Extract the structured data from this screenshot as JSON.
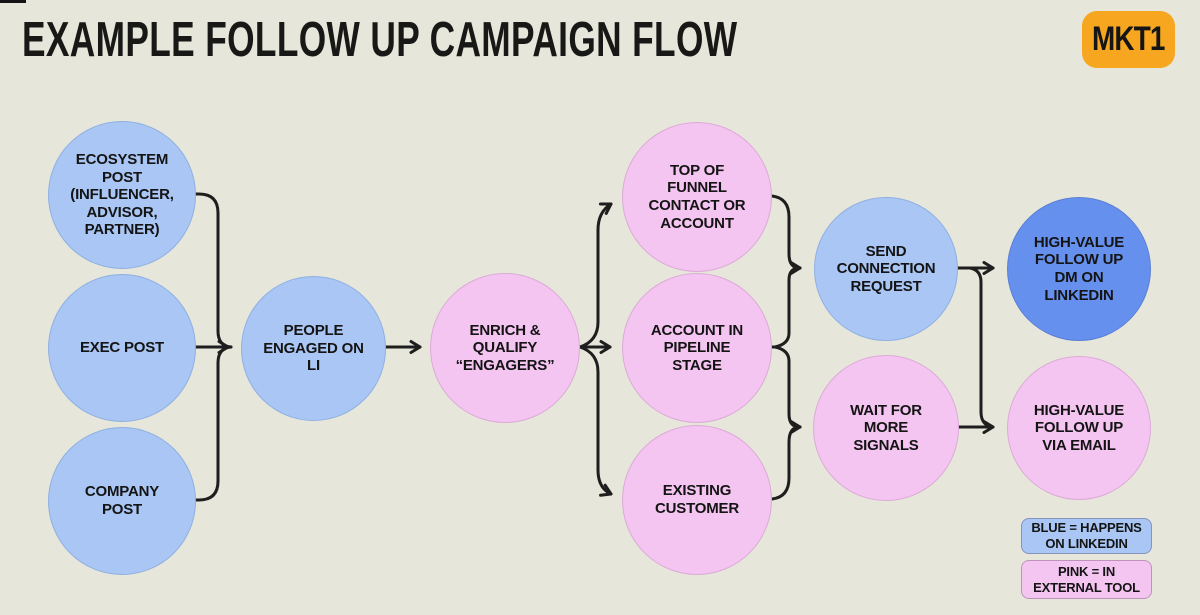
{
  "title": "EXAMPLE FOLLOW UP CAMPAIGN FLOW",
  "logo": {
    "text": "MKT1"
  },
  "colors": {
    "background": "#e6e6da",
    "linkedin_blue": "#a9c6f4",
    "external_tool_pink": "#f4c5f1",
    "high_value_blue": "#6690ee",
    "line_ink": "#1e1e1e",
    "logo_yellow": "#f6a71f"
  },
  "nodes": [
    {
      "id": "ecosystem-post",
      "category": "linkedin",
      "label": "ECOSYSTEM\nPOST\n(INFLUENCER,\nADVISOR,\nPARTNER)"
    },
    {
      "id": "exec-post",
      "category": "linkedin",
      "label": "EXEC POST"
    },
    {
      "id": "company-post",
      "category": "linkedin",
      "label": "COMPANY\nPOST"
    },
    {
      "id": "people-engaged",
      "category": "linkedin",
      "label": "PEOPLE\nENGAGED ON\nLI"
    },
    {
      "id": "enrich-qualify",
      "category": "external-tool",
      "label": "ENRICH &\nQUALIFY\n“ENGAGERS”"
    },
    {
      "id": "top-of-funnel",
      "category": "external-tool",
      "label": "TOP OF\nFUNNEL\nCONTACT OR\nACCOUNT"
    },
    {
      "id": "account-in-pipeline",
      "category": "external-tool",
      "label": "ACCOUNT IN\nPIPELINE\nSTAGE"
    },
    {
      "id": "existing-customer",
      "category": "external-tool",
      "label": "EXISTING\nCUSTOMER"
    },
    {
      "id": "send-connection",
      "category": "linkedin",
      "label": "SEND\nCONNECTION\nREQUEST"
    },
    {
      "id": "wait-for-signals",
      "category": "external-tool",
      "label": "WAIT FOR\nMORE\nSIGNALS"
    },
    {
      "id": "high-value-dm",
      "category": "linkedin-highvalue",
      "label": "HIGH-VALUE\nFOLLOW UP\nDM ON\nLINKEDIN"
    },
    {
      "id": "high-value-email",
      "category": "external-tool",
      "label": "HIGH-VALUE\nFOLLOW UP\nVIA EMAIL"
    }
  ],
  "legend": [
    {
      "id": "legend-blue",
      "label": "BLUE = HAPPENS\nON LINKEDIN"
    },
    {
      "id": "legend-pink",
      "label": "PINK = IN\nEXTERNAL TOOL"
    }
  ]
}
